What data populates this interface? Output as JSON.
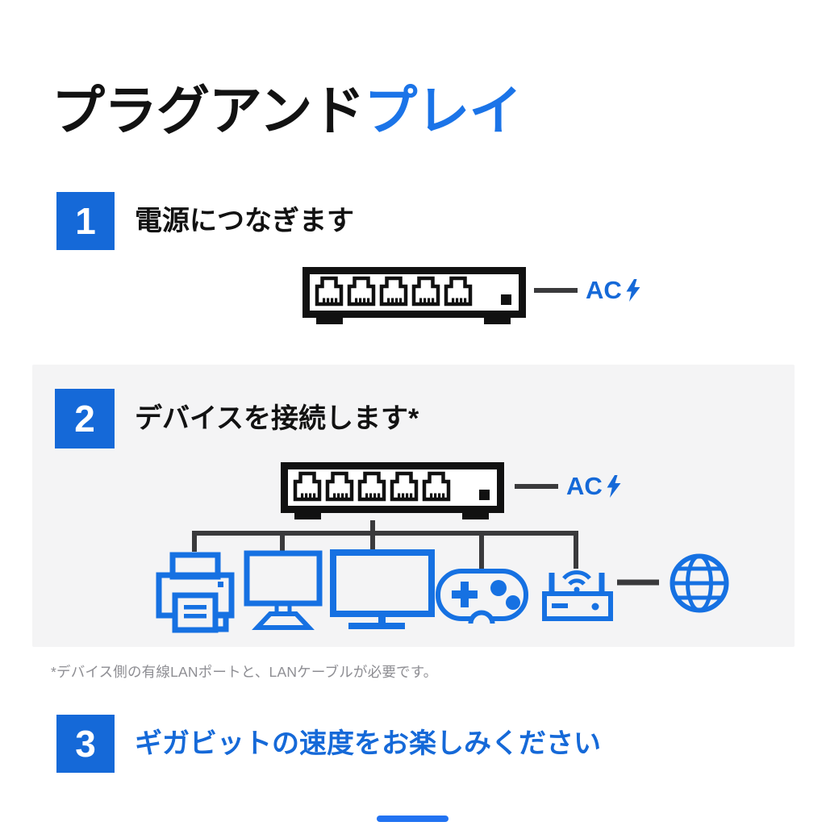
{
  "page": {
    "title_black": "プラグアンド",
    "title_blue": "プレイ"
  },
  "steps": [
    {
      "num": "1",
      "label": "電源につなぎます"
    },
    {
      "num": "2",
      "label": "デバイスを接続します*"
    },
    {
      "num": "3",
      "label": "ギガビットの速度をお楽しみください"
    }
  ],
  "ac": {
    "label": "AC"
  },
  "footnote": "*デバイス側の有線LANポートと、LANケーブルが必要です。",
  "devices": [
    "printer",
    "monitor",
    "tv",
    "game-controller",
    "wifi-router",
    "globe-internet"
  ],
  "icons": [
    "rj45-port-icon",
    "power-port-icon",
    "lightning-bolt-icon",
    "printer-icon",
    "monitor-icon",
    "tv-icon",
    "game-controller-icon",
    "wifi-router-icon",
    "globe-icon"
  ],
  "colors": {
    "accent_blue": "#1569d8",
    "title_blue": "#1b74e8",
    "icon_blue": "#1671e2",
    "line_dark": "#3a3a3c",
    "panel_gray": "#f4f4f5",
    "footnote_gray": "#8e8e93",
    "switch_black": "#111111",
    "bottom_bar_blue": "#2273f2"
  }
}
